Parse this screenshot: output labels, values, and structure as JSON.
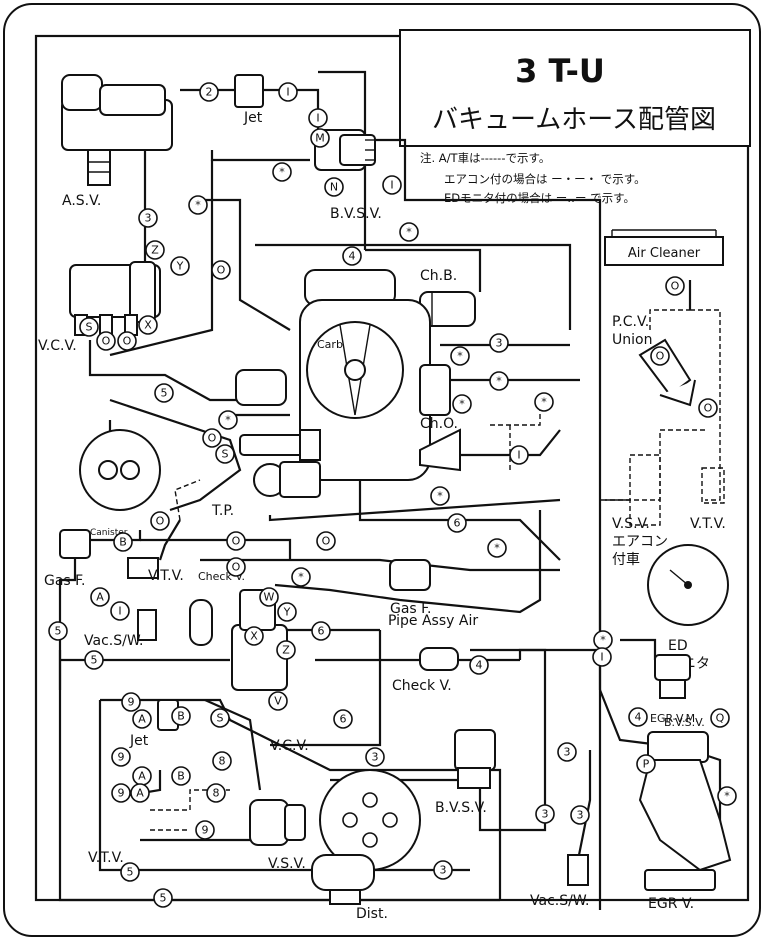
{
  "header": {
    "model": "3 T-U",
    "title": "バキュームホース配管図"
  },
  "notes": {
    "line1": "注. A/T車は------で示す。",
    "line2": "エアコン付の場合は ー・ー・ で示す。",
    "line3": "EDモニタ付の場合は ー‥ー で示す。"
  },
  "components": {
    "asv": "A.S.V.",
    "jet_top": "Jet",
    "bvsv_top": "B.V.S.V.",
    "air_cleaner": "Air Cleaner",
    "chb": "Ch.B.",
    "carb": "Carb",
    "vcv_top": "V.C.V.",
    "pcv_union_1": "P.C.V.",
    "pcv_union_2": "Union",
    "cho": "Ch.O.",
    "canister": "Canister",
    "tp": "T.P.",
    "vsv_right_1": "V.S.V.",
    "vsv_right_2": "エアコン",
    "vsv_right_3": "付車",
    "vtv_right": "V.T.V.",
    "gasf_left": "Gas F.",
    "vtv_left": "V.T.V.",
    "checkv_top": "Check V.",
    "gasf_mid": "Gas F.",
    "ed_monitor_1": "ED",
    "ed_monitor_2": "モニタ",
    "vacsw_left": "Vac.S/W.",
    "pipe_assy": "Pipe Assy Air",
    "checkv_mid": "Check V.",
    "bvsv_right": "B.V.S.V.",
    "egr_vm": "EGR-V.M.",
    "vcv_mid": "V.C.V.",
    "jet_bottom": "Jet",
    "bvsv_bottom": "B.V.S.V.",
    "vtv_bottom": "V.T.V.",
    "vsv_bottom": "V.S.V.",
    "vacsw_bottom": "Vac.S/W.",
    "egr_v": "EGR V.",
    "dist": "Dist."
  }
}
